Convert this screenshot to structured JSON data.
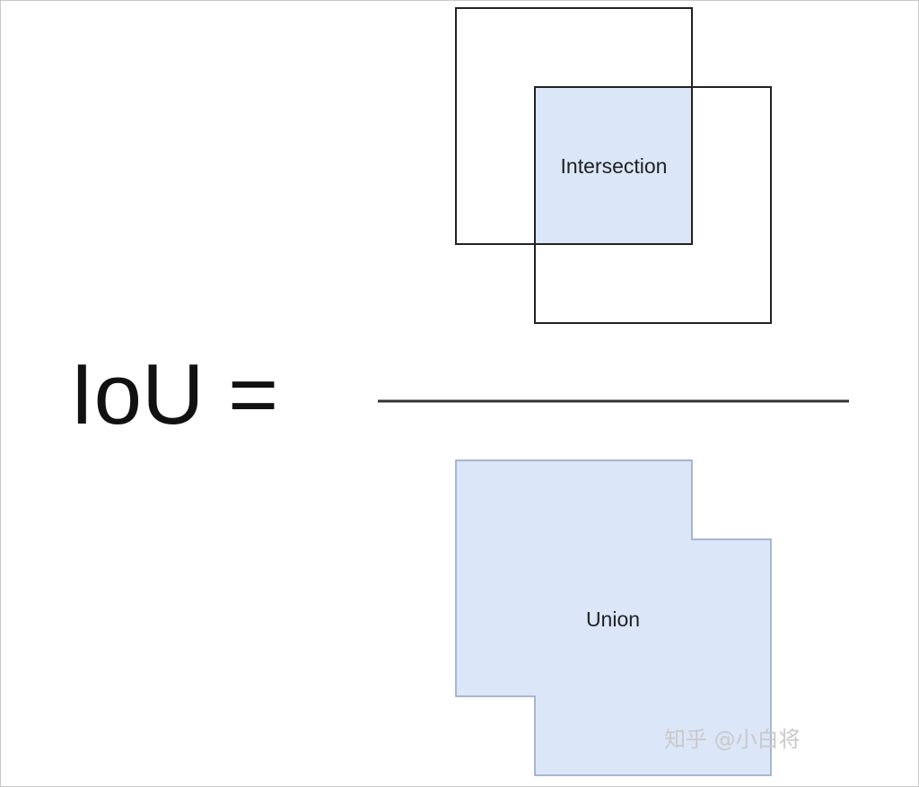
{
  "formula": {
    "lhs": "IoU ="
  },
  "numerator": {
    "label": "Intersection",
    "fill_color": "#dbe6f8",
    "edge_color": "#8fa3c2",
    "box_stroke_color": "#222222"
  },
  "denominator": {
    "label": "Union",
    "fill_color": "#dbe6f8",
    "edge_color": "#8fa3c2"
  },
  "fraction_bar_color": "#333333",
  "watermark": {
    "text": "知乎 @小白将"
  }
}
